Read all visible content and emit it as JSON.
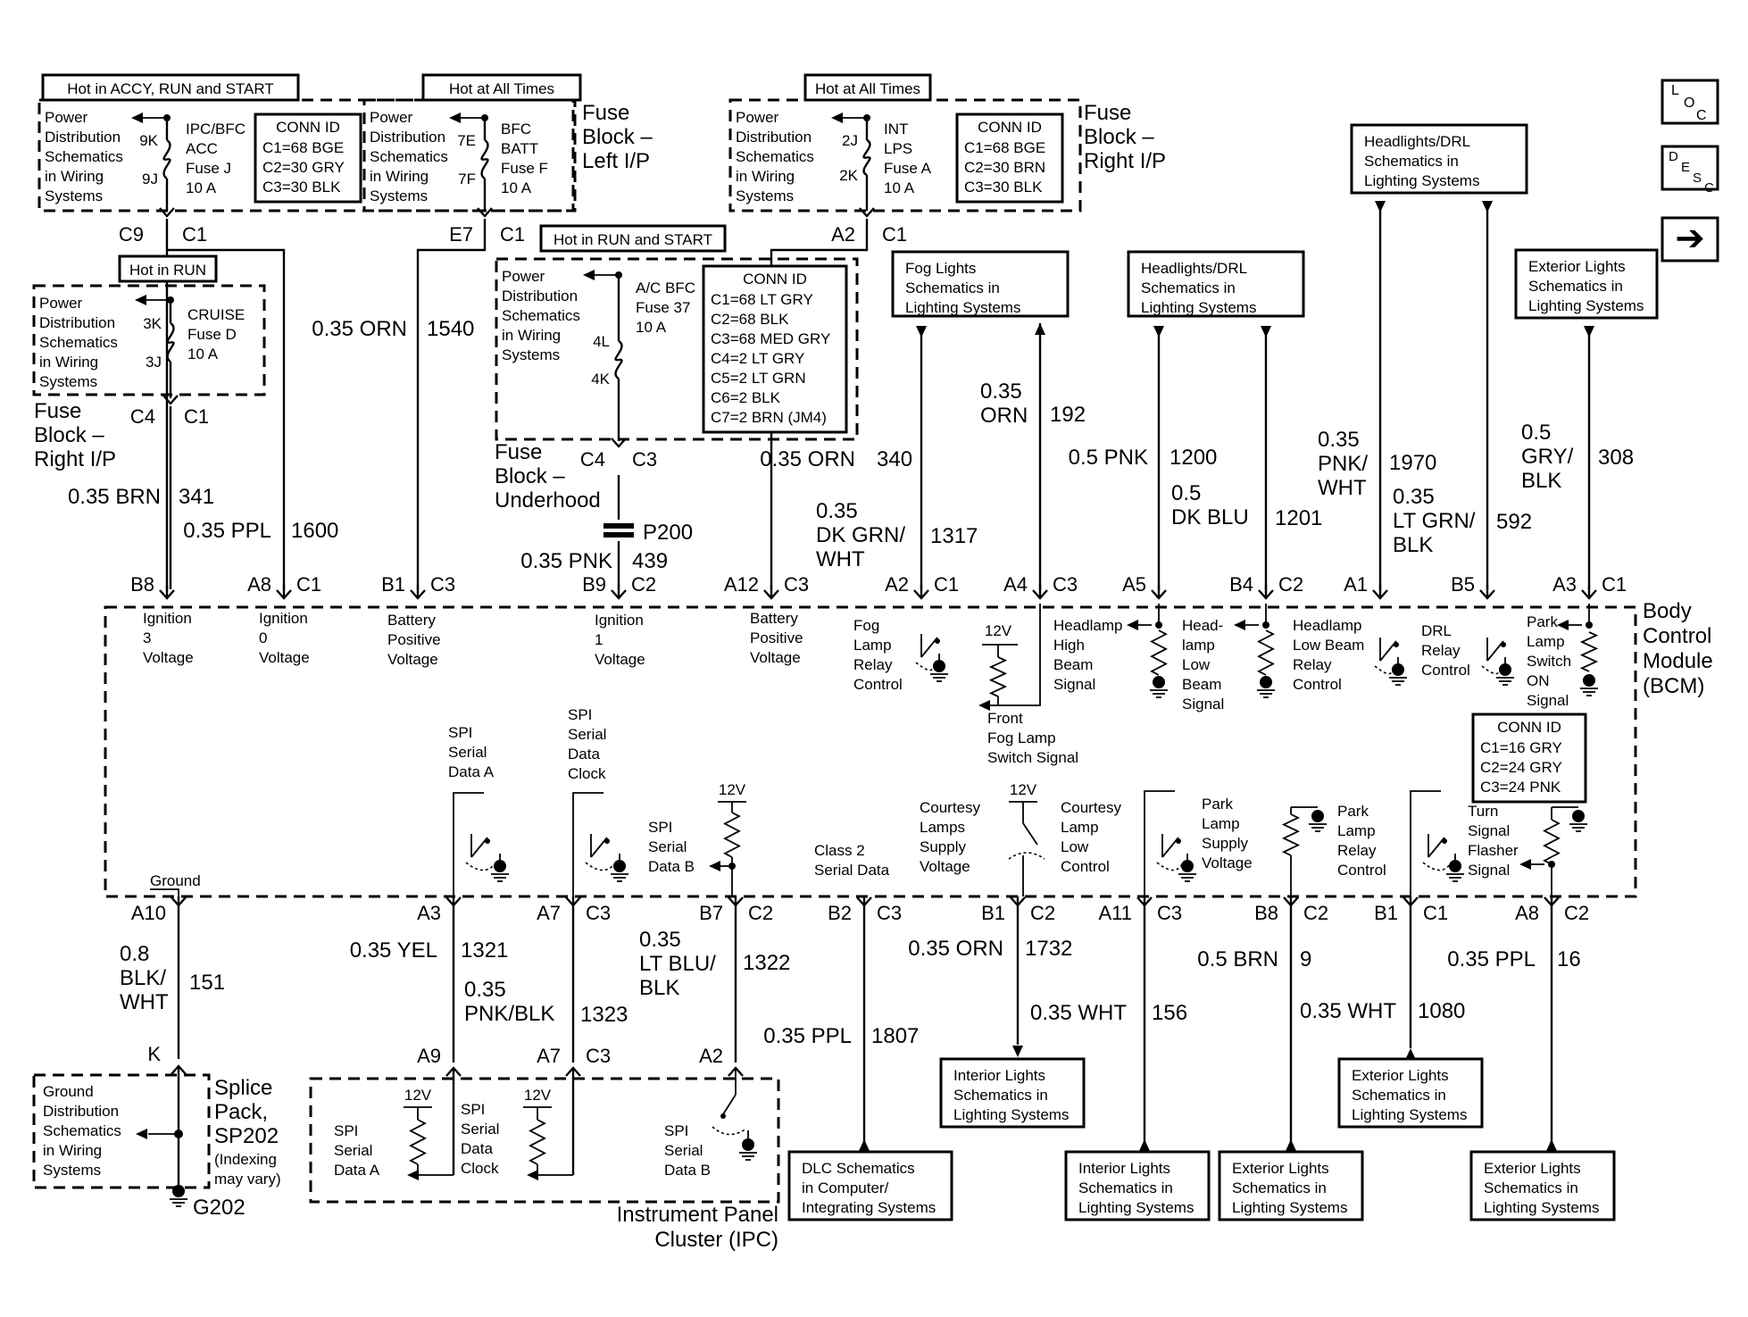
{
  "nav": {
    "loc": [
      "L",
      "O",
      "C"
    ],
    "desc": [
      "D",
      "E",
      "S",
      "C"
    ],
    "next": "➔"
  },
  "fuse_panels": [
    {
      "title": "Hot in ACCY, RUN and START",
      "pd": [
        "Power",
        "Distribution",
        "Schematics",
        "in Wiring",
        "Systems"
      ],
      "fuse": [
        "IPC/BFC",
        "ACC",
        "Fuse J",
        "10 A"
      ],
      "pins": [
        "9K",
        "9J"
      ],
      "out_pin": [
        "C9",
        "C1"
      ]
    },
    {
      "title": "Hot at All Times",
      "pd": [
        "Power",
        "Distribution",
        "Schematics",
        "in Wiring",
        "Systems"
      ],
      "fuse": [
        "BFC",
        "BATT",
        "Fuse F",
        "10 A"
      ],
      "pins": [
        "7E",
        "7F"
      ],
      "out_pin": [
        "E7",
        "C1"
      ]
    },
    {
      "title": "Hot at All Times",
      "pd": [
        "Power",
        "Distribution",
        "Schematics",
        "in Wiring",
        "Systems"
      ],
      "fuse": [
        "INT",
        "LPS",
        "Fuse A",
        "10 A"
      ],
      "pins": [
        "2J",
        "2K"
      ],
      "out_pin": [
        "A2",
        "C1"
      ]
    },
    {
      "title": "Hot in RUN",
      "pd": [
        "Power",
        "Distribution",
        "Schematics",
        "in Wiring",
        "Systems"
      ],
      "fuse": [
        "CRUISE",
        "Fuse D",
        "10 A"
      ],
      "pins": [
        "3K",
        "3J"
      ],
      "out_pin": [
        "C4",
        "C1"
      ]
    },
    {
      "title": "Hot in RUN and START",
      "pd": [
        "Power",
        "Distribution",
        "Schematics",
        "in Wiring",
        "Systems"
      ],
      "fuse": [
        "A/C BFC",
        "Fuse 37",
        "10 A"
      ],
      "pins": [
        "4L",
        "4K"
      ],
      "out_pin": [
        "C4",
        "C3"
      ]
    }
  ],
  "conn_tables": [
    {
      "title": "CONN ID",
      "rows": [
        "C1=68 BGE",
        "C2=30 GRY",
        "C3=30 BLK"
      ]
    },
    {
      "title": "CONN ID",
      "rows": [
        "C1=68 BGE",
        "C2=30 BRN",
        "C3=30 BLK"
      ]
    },
    {
      "title": "CONN ID",
      "rows": [
        "C1=68 LT GRY",
        "C2=68 BLK",
        "C3=68 MED GRY",
        "C4=2 LT GRY",
        "C5=2 LT GRN",
        "C6=2 BLK",
        "C7=2 BRN (JM4)"
      ]
    },
    {
      "title": "CONN ID",
      "rows": [
        "C1=16 GRY",
        "C2=24 GRY",
        "C3=24 PNK"
      ]
    }
  ],
  "fuse_block_labels": {
    "left_ip": [
      "Fuse",
      "Block –",
      "Left I/P"
    ],
    "right_ip_top": [
      "Fuse",
      "Block –",
      "Right I/P"
    ],
    "right_ip_left": [
      "Fuse",
      "Block –",
      "Right I/P"
    ],
    "underhood": [
      "Fuse",
      "Block –",
      "Underhood"
    ]
  },
  "wires": {
    "w341": [
      "0.35 BRN",
      "341"
    ],
    "w1600": [
      "0.35 PPL",
      "1600"
    ],
    "w1540": [
      "0.35 ORN",
      "1540"
    ],
    "w439": [
      "0.35 PNK",
      "439"
    ],
    "w340": [
      "0.35 ORN",
      "340"
    ],
    "w1317": [
      "0.35",
      "DK GRN/",
      "WHT",
      "1317"
    ],
    "w192": [
      "0.35",
      "ORN",
      "192"
    ],
    "w1200": [
      "0.5 PNK",
      "1200"
    ],
    "w1201": [
      "0.5",
      "DK BLU",
      "1201"
    ],
    "w1970": [
      "0.35",
      "PNK/",
      "WHT",
      "1970"
    ],
    "w592": [
      "0.35",
      "LT GRN/",
      "BLK",
      "592"
    ],
    "w308": [
      "0.5",
      "GRY/",
      "BLK",
      "308"
    ],
    "w151": [
      "0.8",
      "BLK/",
      "WHT",
      "151"
    ],
    "w1321": [
      "0.35 YEL",
      "1321"
    ],
    "w1323": [
      "0.35",
      "PNK/BLK",
      "1323"
    ],
    "w1322": [
      "0.35",
      "LT BLU/",
      "BLK",
      "1322"
    ],
    "w1807": [
      "0.35 PPL",
      "1807"
    ],
    "w1732": [
      "0.35 ORN",
      "1732"
    ],
    "w156": [
      "0.35 WHT",
      "156"
    ],
    "w9": [
      "0.5 BRN",
      "9"
    ],
    "w1080": [
      "0.35 WHT",
      "1080"
    ],
    "w16": [
      "0.35 PPL",
      "16"
    ]
  },
  "splice_p200": "P200",
  "bcm": {
    "name": [
      "Body",
      "Control",
      "Module",
      "(BCM)"
    ],
    "top_pins": [
      [
        "B8",
        ""
      ],
      [
        "A8",
        "C1"
      ],
      [
        "B1",
        "C3"
      ],
      [
        "B9",
        "C2"
      ],
      [
        "A12",
        "C3"
      ],
      [
        "A2",
        "C1"
      ],
      [
        "A4",
        "C3"
      ],
      [
        "A5",
        ""
      ],
      [
        "B4",
        "C2"
      ],
      [
        "A1",
        ""
      ],
      [
        "B5",
        ""
      ],
      [
        "A3",
        "C1"
      ]
    ],
    "bottom_pins": [
      [
        "A10",
        ""
      ],
      [
        "A3",
        ""
      ],
      [
        "A7",
        "C3"
      ],
      [
        "B7",
        "C2"
      ],
      [
        "B2",
        "C3"
      ],
      [
        "B1",
        "C2"
      ],
      [
        "A11",
        "C3"
      ],
      [
        "B8",
        "C2"
      ],
      [
        "B1",
        "C1"
      ],
      [
        "A8",
        "C2"
      ]
    ],
    "signals_top": [
      [
        "Ignition",
        "3",
        "Voltage"
      ],
      [
        "Ignition",
        "0",
        "Voltage"
      ],
      [
        "Battery",
        "Positive",
        "Voltage"
      ],
      [
        "Ignition",
        "1",
        "Voltage"
      ],
      [
        "Battery",
        "Positive",
        "Voltage"
      ],
      [
        "Fog",
        "Lamp",
        "Relay",
        "Control"
      ],
      [
        "Headlamp",
        "High",
        "Beam",
        "Signal"
      ],
      [
        "Head-",
        "lamp",
        "Low",
        "Beam",
        "Signal"
      ],
      [
        "Headlamp",
        "Low Beam",
        "Relay",
        "Control"
      ],
      [
        "DRL",
        "Relay",
        "Control"
      ],
      [
        "Park",
        "Lamp",
        "Switch",
        "ON",
        "Signal"
      ]
    ],
    "front_fog": [
      "Front",
      "Fog Lamp",
      "Switch Signal"
    ],
    "signals_bottom": [
      [
        "SPI",
        "Serial",
        "Data A"
      ],
      [
        "SPI",
        "Serial",
        "Data",
        "Clock"
      ],
      [
        "SPI",
        "Serial",
        "Data B"
      ],
      [
        "Class 2",
        "Serial Data"
      ],
      [
        "Courtesy",
        "Lamps",
        "Supply",
        "Voltage"
      ],
      [
        "Courtesy",
        "Lamp",
        "Low",
        "Control"
      ],
      [
        "Park",
        "Lamp",
        "Supply",
        "Voltage"
      ],
      [
        "Park",
        "Lamp",
        "Relay",
        "Control"
      ],
      [
        "Turn",
        "Signal",
        "Flasher",
        "Signal"
      ]
    ],
    "ground": "Ground",
    "v12": "12V"
  },
  "ref_boxes": {
    "fog_lights": [
      "Fog Lights",
      "Schematics in",
      "Lighting Systems"
    ],
    "headlights_mid": [
      "Headlights/DRL",
      "Schematics in",
      "Lighting Systems"
    ],
    "headlights_top": [
      "Headlights/DRL",
      "Schematics in",
      "Lighting Systems"
    ],
    "exterior_right": [
      "Exterior Lights",
      "Schematics in",
      "Lighting Systems"
    ],
    "interior_a": [
      "Interior Lights",
      "Schematics in",
      "Lighting Systems"
    ],
    "exterior_mid": [
      "Exterior Lights",
      "Schematics in",
      "Lighting Systems"
    ],
    "dlc": [
      "DLC Schematics",
      "in Computer/",
      "Integrating Systems"
    ],
    "interior_b": [
      "Interior Lights",
      "Schematics in",
      "Lighting Systems"
    ],
    "exterior_b": [
      "Exterior Lights",
      "Schematics in",
      "Lighting Systems"
    ],
    "exterior_c": [
      "Exterior Lights",
      "Schematics in",
      "Lighting Systems"
    ]
  },
  "splice_pack": {
    "gd": [
      "Ground",
      "Distribution",
      "Schematics",
      "in Wiring",
      "Systems"
    ],
    "name": [
      "Splice",
      "Pack,",
      "SP202"
    ],
    "note": [
      "(Indexing",
      "may vary)"
    ],
    "pin": "K",
    "ground": "G202"
  },
  "ipc": {
    "pins": [
      [
        "A9",
        ""
      ],
      [
        "A7",
        "C3"
      ],
      [
        "A2",
        ""
      ]
    ],
    "signals": [
      [
        "SPI",
        "Serial",
        "Data A"
      ],
      [
        "SPI",
        "Serial",
        "Data",
        "Clock"
      ],
      [
        "SPI",
        "Serial",
        "Data B"
      ]
    ],
    "v12": "12V",
    "name": [
      "Instrument Panel",
      "Cluster (IPC)"
    ]
  }
}
